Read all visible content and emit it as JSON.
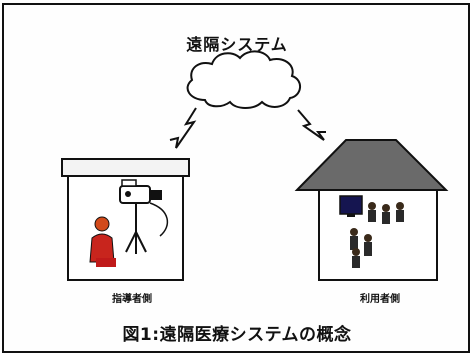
{
  "diagram": {
    "title": "遠隔システム",
    "left_label": "指導者側",
    "right_label": "利用者側",
    "caption": "図1:遠隔医療システムの概念"
  },
  "icons": [
    "cloud-icon",
    "lightning-icon",
    "building-icon",
    "house-icon",
    "video-camera-icon",
    "person-icon",
    "monitor-icon"
  ]
}
